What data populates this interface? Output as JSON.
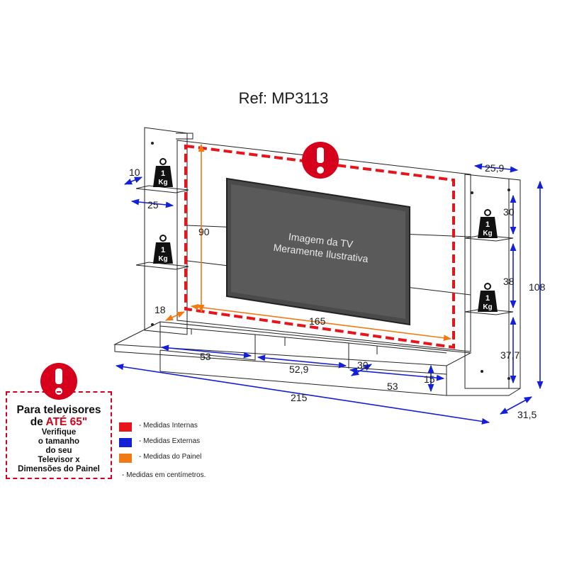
{
  "title": "Ref: MP3113",
  "tv_caption": [
    "Imagem da TV",
    "Meramente Ilustrativa"
  ],
  "weight_badges": [
    {
      "top": "1",
      "bottom": "Kg"
    },
    {
      "top": "1",
      "bottom": "Kg"
    },
    {
      "top": "1",
      "bottom": "Kg"
    },
    {
      "top": "1",
      "bottom": "Kg"
    }
  ],
  "dimensions": {
    "left_shelf_depth": "10",
    "left_shelf_width": "25",
    "right_top_depth": "25,9",
    "right_gap_top": "30",
    "right_gap_mid": "38",
    "right_gap_bottom": "37,7",
    "total_height": "108",
    "panel_height": "90",
    "panel_width": "165",
    "rack_height": "18",
    "niche_1": "53",
    "niche_2": "52,9",
    "niche_3_depth": "30",
    "niche_3": "53",
    "niche_height": "15",
    "total_width": "215",
    "total_depth": "31,5"
  },
  "warning": {
    "line1": "Para televisores",
    "line2_prefix": "de ",
    "line2_accent": "ATÉ 65\"",
    "lines": [
      "Verifique",
      "o tamanho",
      "do seu",
      "Televisor x",
      "Dimensões do Painel"
    ]
  },
  "legend": {
    "items": [
      {
        "label": "- Medidas Internas",
        "color": "#e8141b"
      },
      {
        "label": "- Medidas Externas",
        "color": "#1420d6"
      },
      {
        "label": "- Medidas do Painel",
        "color": "#f07a14"
      }
    ],
    "note": "- Medidas em centímetros."
  },
  "colors": {
    "internal": "#e8141b",
    "external": "#1420d6",
    "panel": "#f07a14",
    "tv": "#4a4a4a"
  }
}
